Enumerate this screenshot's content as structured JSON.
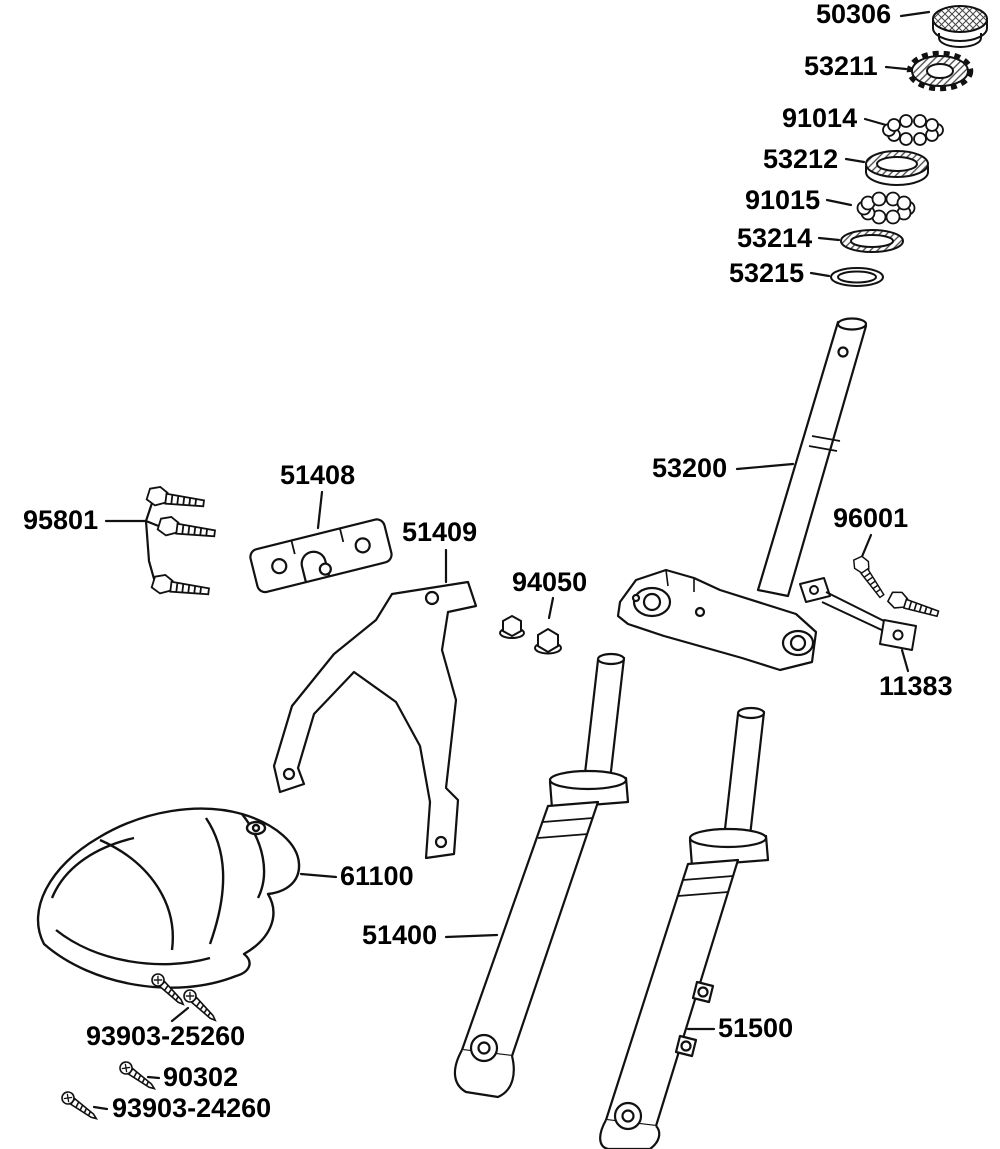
{
  "labels": {
    "l50306": "50306",
    "l53211": "53211",
    "l91014": "91014",
    "l53212": "53212",
    "l91015": "91015",
    "l53214": "53214",
    "l53215": "53215",
    "l53200": "53200",
    "l96001": "96001",
    "l11383": "11383",
    "l95801": "95801",
    "l51408": "51408",
    "l51409": "51409",
    "l94050": "94050",
    "l61100": "61100",
    "l51400": "51400",
    "l51500": "51500",
    "l93903_25260": "93903-25260",
    "l90302": "90302",
    "l93903_24260": "93903-24260"
  },
  "colors": {
    "line": "#111111",
    "background": "#ffffff",
    "label_text": "#000000"
  }
}
